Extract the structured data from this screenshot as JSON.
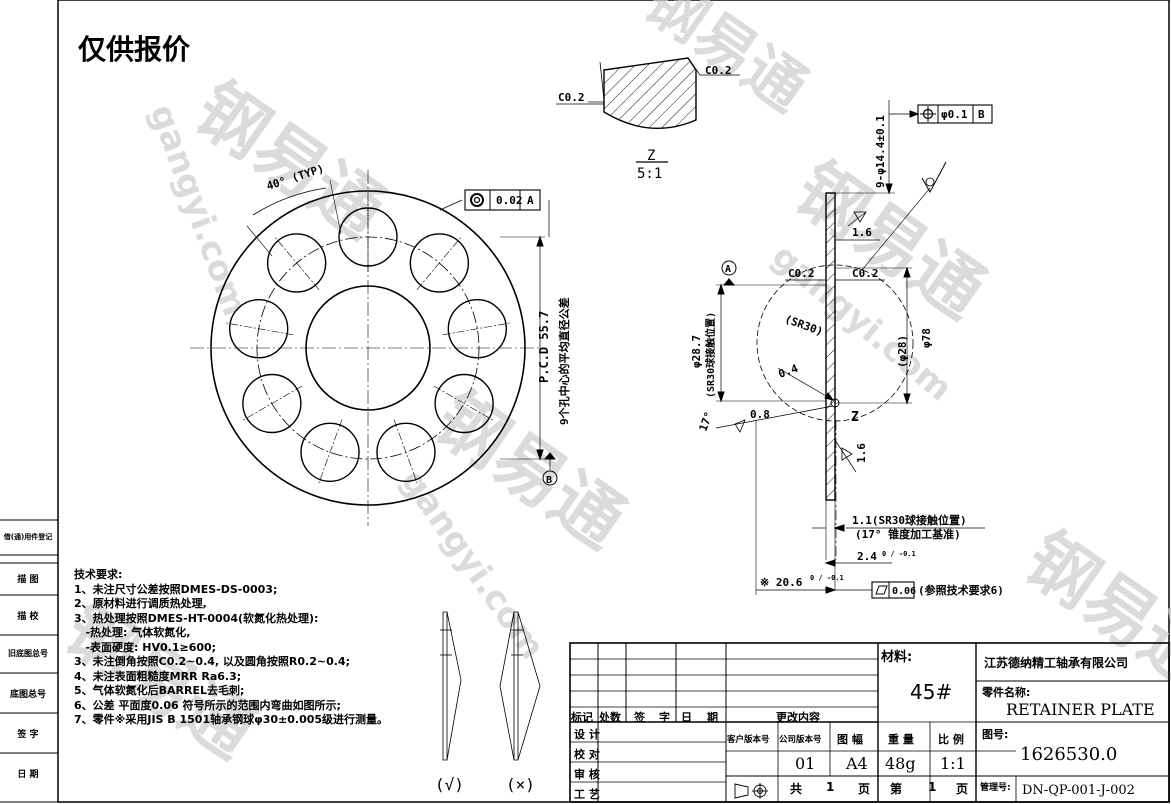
{
  "document": {
    "header_note": "仅供报价",
    "watermark": {
      "glyphs": "钢易通",
      "site": "gangyi.com"
    }
  },
  "drawing": {
    "left_view": {
      "runout_tolerance": "0.02",
      "runout_datum": "A",
      "angle_label": "40° (TYP)",
      "pcd_label": "P.C.D 55.7",
      "pcd_note": "9个孔中心的平均直径公差",
      "datum_b": "B"
    },
    "detail_z": {
      "chamfer_right": "C0.2",
      "chamfer_left": "C0.2",
      "title": "Z",
      "scale": "5:1"
    },
    "section_view": {
      "hole_label": "9-φ14.4±0.1",
      "position_tolerance": "φ0.1",
      "position_datum": "B",
      "roughness_top": "1.6",
      "roughness_bottom": "1.6",
      "datum_a": "A",
      "chamfer_left": "C0.2",
      "chamfer_right": "C0.2",
      "sr_label": "(SR30)",
      "dim_287": "φ28.7",
      "dim_287_note": "(SR30球接触位置)",
      "dim_28": "(φ28)",
      "dim_78": "φ78",
      "r04": "0.4",
      "r08": "0.8",
      "angle_17": "17°",
      "z_marker": "Z",
      "dim_11": "1.1(SR30球接触位置)",
      "dim_11_note": "(17° 锥度加工基准)",
      "dim_24": "2.4",
      "dim_24_tol": "0 / -0.1",
      "dim_206": "※ 20.6",
      "dim_206_tol": "0 / -0.1",
      "flatness_value": "0.06",
      "flatness_note": "(参照技术要求6)"
    },
    "flatness_examples": {
      "ok": "(√)",
      "ng": "(×)"
    }
  },
  "tech_requirements": {
    "title": "技术要求:",
    "items": [
      "1、未注尺寸公差按照DMES-DS-0003;",
      "2、原材料进行调质热处理,",
      "3、热处理按照DMES-HT-0004(软氮化热处理):",
      "   -热处理: 气体软氮化,",
      "   -表面硬度: HV0.1≥600;",
      "3、未注倒角按照C0.2~0.4, 以及圆角按照R0.2~0.4;",
      "4、未注表面粗糙度MRR Ra6.3;",
      "5、气体软氮化后BARREL去毛刺;",
      "6、公差 平面度0.06 符号所示的范围内弯曲如图所示;",
      "7、零件※采用JIS B 1501轴承钢球φ30±0.005级进行测量。"
    ]
  },
  "side_panel": {
    "rows": [
      "借(通)用件登记",
      "描  图",
      "描  校",
      "旧底图总号",
      "底图总号",
      "签  字",
      "日  期"
    ]
  },
  "title_block": {
    "rev_headers": [
      "标记",
      "处数",
      "签",
      "字",
      "日",
      "期",
      "更改内容"
    ],
    "roles": [
      "设 计",
      "校 对",
      "审 核",
      "工 艺"
    ],
    "material_label": "材料:",
    "material_value": "45#",
    "company": "江苏德纳精工轴承有限公司",
    "part_name_label": "零件名称:",
    "part_name": "RETAINER PLATE",
    "drawing_no_label": "图号:",
    "drawing_no": "1626530.0",
    "mgmt_label": "管理号:",
    "mgmt_no": "DN-QP-001-J-002",
    "col_headers": [
      "客户版本号",
      "公司版本号",
      "图 幅",
      "重 量",
      "比 例"
    ],
    "company_version": "01",
    "sheet_size": "A4",
    "weight": "48g",
    "scale": "1:1",
    "total_label": "共",
    "total_pages": "1",
    "page_unit": "页",
    "page_label": "第",
    "page_no": "1",
    "page_unit2": "页"
  }
}
